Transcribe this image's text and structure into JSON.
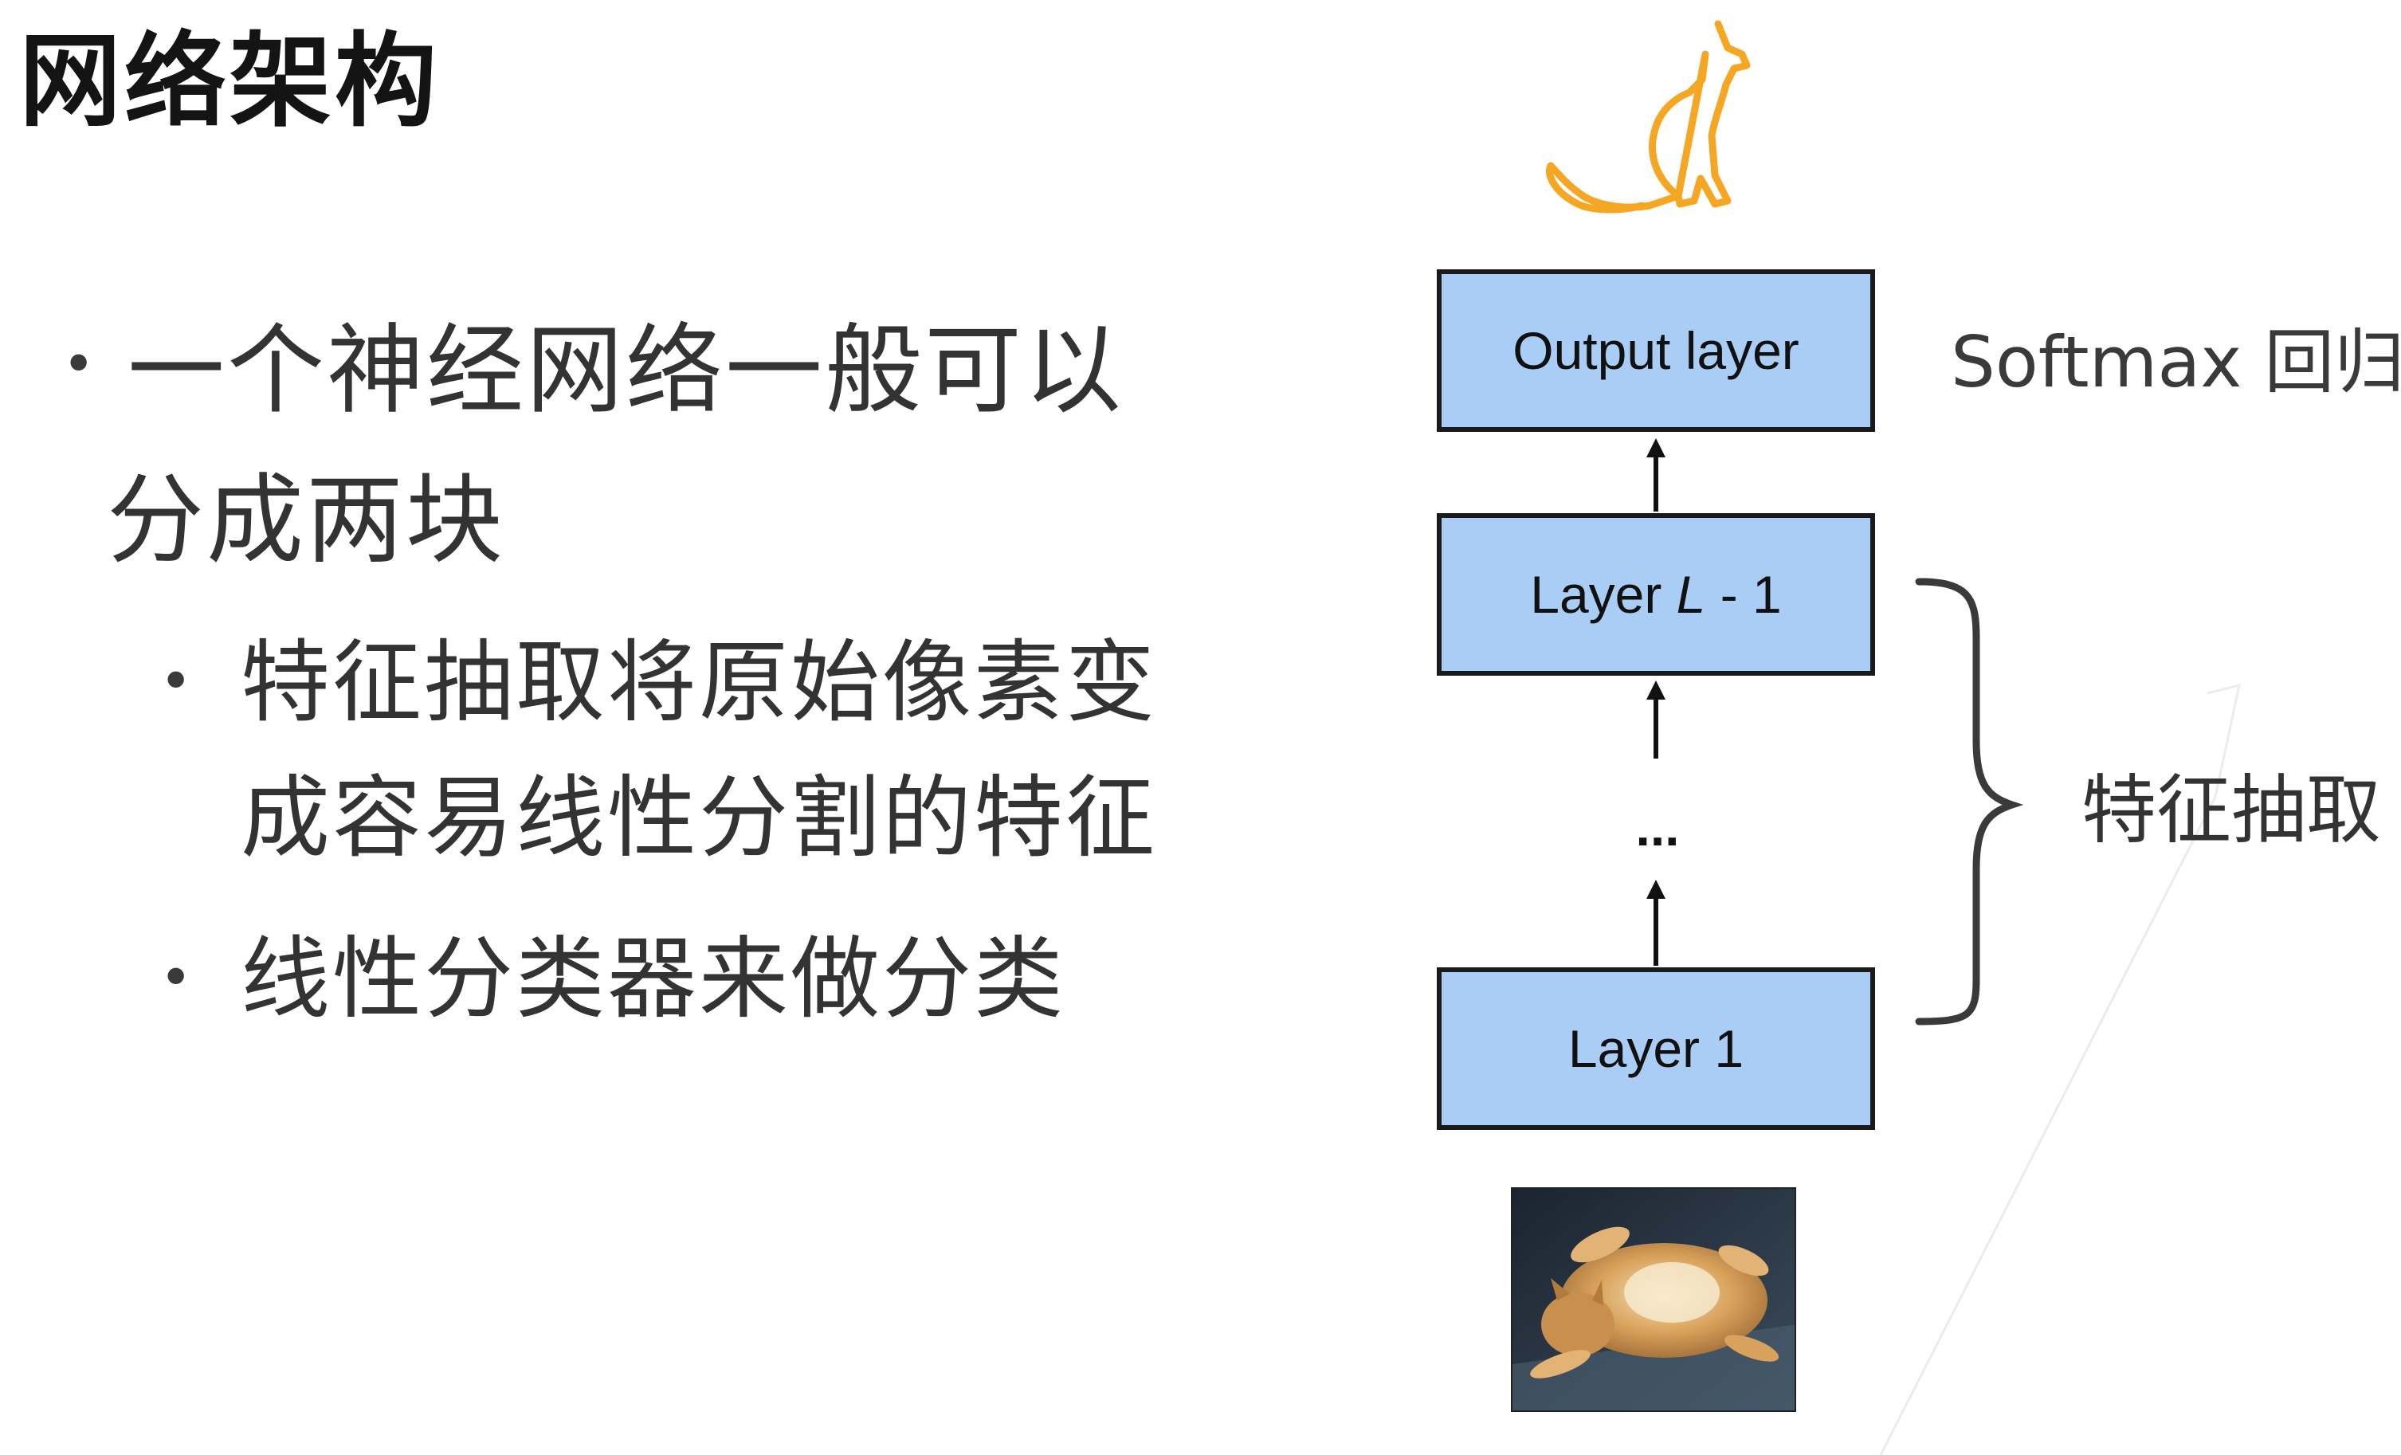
{
  "slide": {
    "title": "网络架构",
    "bullets": [
      {
        "lines": [
          "一个神经网络一般可以",
          "分成两块"
        ],
        "children": [
          {
            "lines": [
              "特征抽取将原始像素变",
              "成容易线性分割的特征"
            ]
          },
          {
            "lines": [
              "线性分类器来做分类"
            ]
          }
        ]
      }
    ]
  },
  "diagram": {
    "layers_top_to_bottom": [
      {
        "label": "Output layer"
      },
      {
        "label_prefix": "Layer ",
        "label_var": "L",
        "label_suffix": " - 1"
      },
      {
        "label": "Layer 1"
      }
    ],
    "ellipsis": "...",
    "softmax_label": "Softmax 回归",
    "feature_label": "特征抽取",
    "input_image": "cat photo",
    "output_icon": "cat-silhouette-icon",
    "colors": {
      "box_fill": "#a9cdf5",
      "box_border": "#1a1a1a",
      "cat_outline": "#f5a623"
    }
  }
}
